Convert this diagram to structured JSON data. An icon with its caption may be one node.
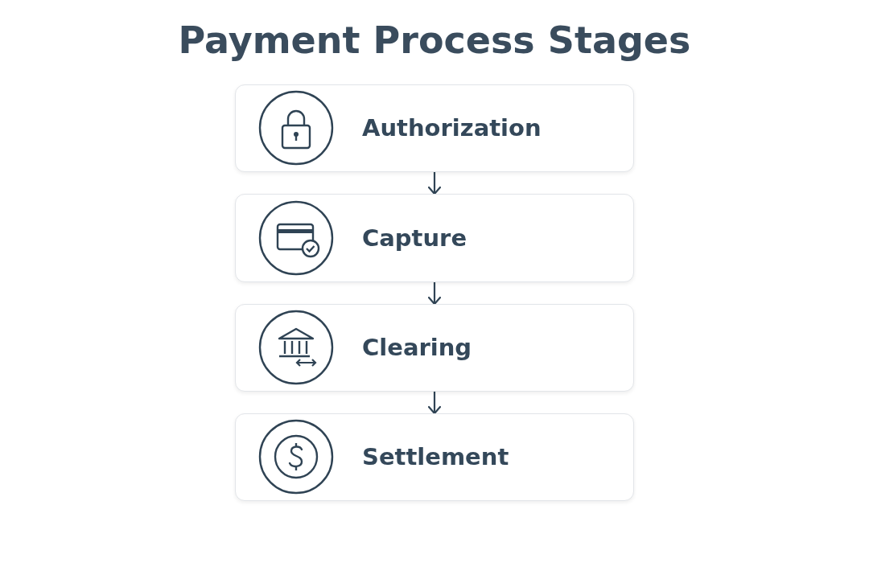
{
  "diagram": {
    "title": "Payment Process Stages",
    "nodes": [
      {
        "text": [
          "Authorization"
        ]
      },
      {
        "text": [
          "Capture"
        ]
      },
      {
        "text": [
          "Clearing"
        ]
      },
      {
        "text": [
          "Settlement"
        ]
      }
    ],
    "edges": [
      {
        "from": 0,
        "to": 1,
        "arrow": "to"
      },
      {
        "from": 1,
        "to": 2,
        "arrow": "to"
      },
      {
        "from": 2,
        "to": 3,
        "arrow": "to"
      }
    ]
  }
}
